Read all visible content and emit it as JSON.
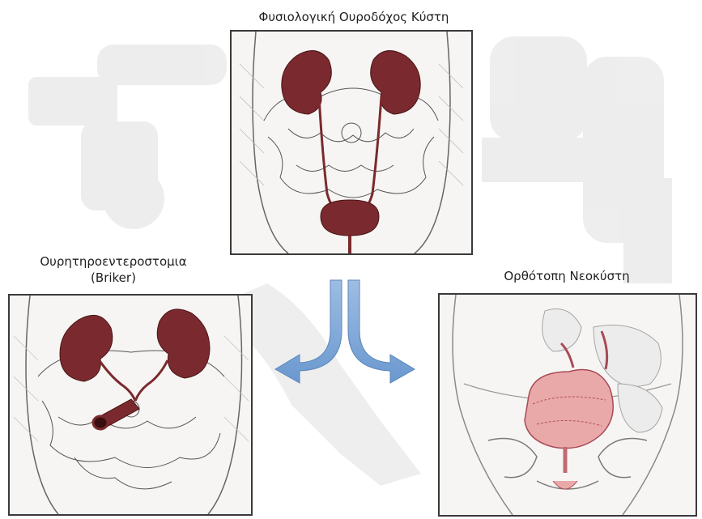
{
  "top_panel": {
    "title": "Φυσιολογική Ουροδόχος Κύστη"
  },
  "left_panel": {
    "title_line1": "Ουρητηροεντεροστομια",
    "title_line2": "(Briker)"
  },
  "right_panel": {
    "title": "Ορθότοπη Νεοκύστη"
  },
  "colors": {
    "organ": "#7a2a2e",
    "organ_highlight": "#a34a4e",
    "neobladder": "#e9a9a9",
    "arrow": "#7fa9d8",
    "frame": "#3a3a3a"
  },
  "icons": [
    "kidney-icon",
    "bladder-icon",
    "ureter-icon",
    "stoma-icon",
    "neobladder-icon",
    "split-arrow-icon"
  ]
}
